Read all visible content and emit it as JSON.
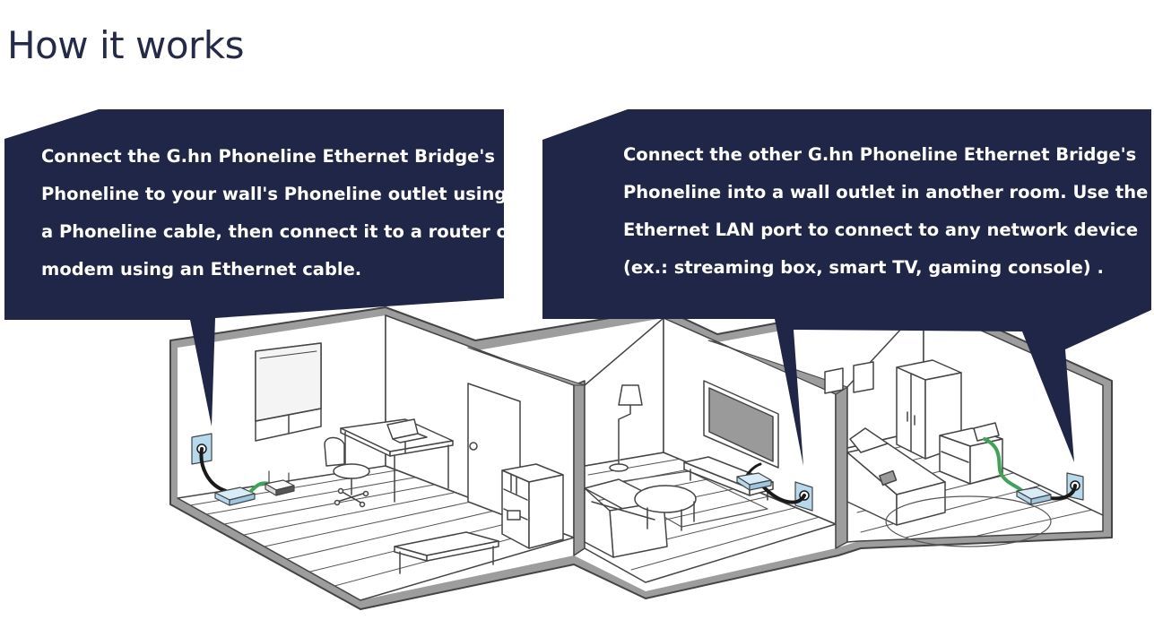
{
  "title": "How it works",
  "bubbles": [
    {
      "lines": [
        "Connect the G.hn Phoneline Ethernet Bridge's",
        "Phoneline to your wall's Phoneline outlet using",
        "a Phoneline cable, then connect it to a router or",
        "modem using an Ethernet cable."
      ]
    },
    {
      "lines": [
        "Connect the other G.hn Phoneline Ethernet Bridge's",
        "Phoneline into a wall outlet in another room. Use the",
        "Ethernet LAN port to connect to any network device",
        "(ex.: streaming box, smart TV, gaming console) ."
      ]
    }
  ],
  "colors": {
    "bubble": "#1f2647",
    "title": "#232a4a",
    "wall": "#9a9a9a",
    "line": "#3a3a3a",
    "device": "#b7d9ee",
    "ethernet_cable": "#3aa655",
    "phone_cable": "#1a1a1a"
  }
}
